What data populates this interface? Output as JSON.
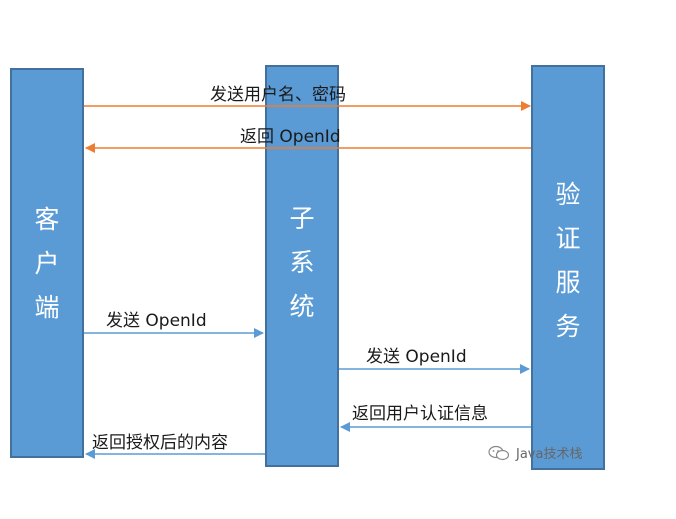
{
  "participants": {
    "client": "客\n户\n端",
    "subsystem": "子\n系\n统",
    "auth": "验\n证\n服\n务"
  },
  "messages": {
    "m1": "发送用户名、密码",
    "m2": "返回 OpenId",
    "m3": "发送 OpenId",
    "m4": "发送 OpenId",
    "m5": "返回用户认证信息",
    "m6": "返回授权后的内容"
  },
  "watermark": {
    "text": "Java技术栈",
    "icon": "wechat-icon"
  },
  "colors": {
    "lane_fill": "#5b9bd5",
    "lane_border": "#41719c",
    "arrow_orange": "#ed7d31",
    "arrow_blue": "#5b9bd5"
  }
}
